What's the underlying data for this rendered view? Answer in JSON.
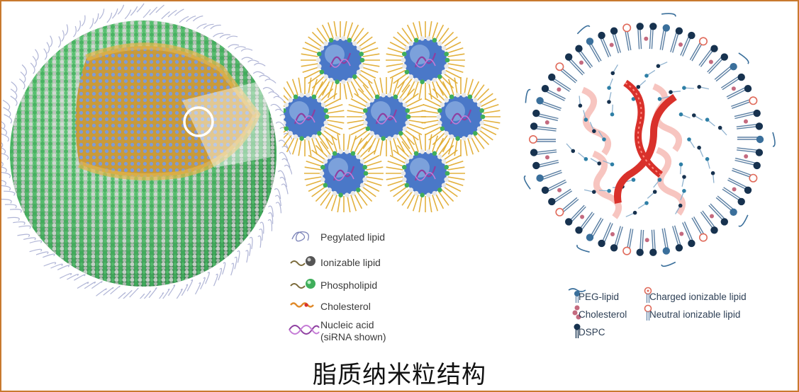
{
  "caption": "脂质纳米粒结构",
  "legend_left": [
    {
      "icon": "pegylated-lipid-icon",
      "label": "Pegylated lipid"
    },
    {
      "icon": "ionizable-lipid-icon",
      "label": "Ionizable lipid"
    },
    {
      "icon": "phospholipid-icon",
      "label": "Phospholipid"
    },
    {
      "icon": "cholesterol-icon",
      "label": "Cholesterol"
    },
    {
      "icon": "nucleic-acid-icon",
      "label": "Nucleic acid",
      "sublabel": "(siRNA shown)"
    }
  ],
  "legend_right": [
    {
      "icon": "peg-lipid-icon",
      "label": "PEG-lipid"
    },
    {
      "icon": "charged-ionizable-lipid-icon",
      "label": "Charged ionizable lipid"
    },
    {
      "icon": "cholesterol-icon",
      "label": "Cholesterol"
    },
    {
      "icon": "neutral-ionizable-lipid-icon",
      "label": "Neutral ionizable lipid"
    },
    {
      "icon": "dspc-icon",
      "label": "DSPC"
    }
  ],
  "colors": {
    "frame": "#c8792e",
    "phospholipid": "#3fae5b",
    "ionizable": "#d9d9d9",
    "core": "#4a78c8",
    "tail": "#e0a92a",
    "nucleic": "#8e3fa0",
    "dspc": "#17324f",
    "peg": "#3a6f9b",
    "rna": "#d9312b",
    "charged": "#e06a5a"
  }
}
